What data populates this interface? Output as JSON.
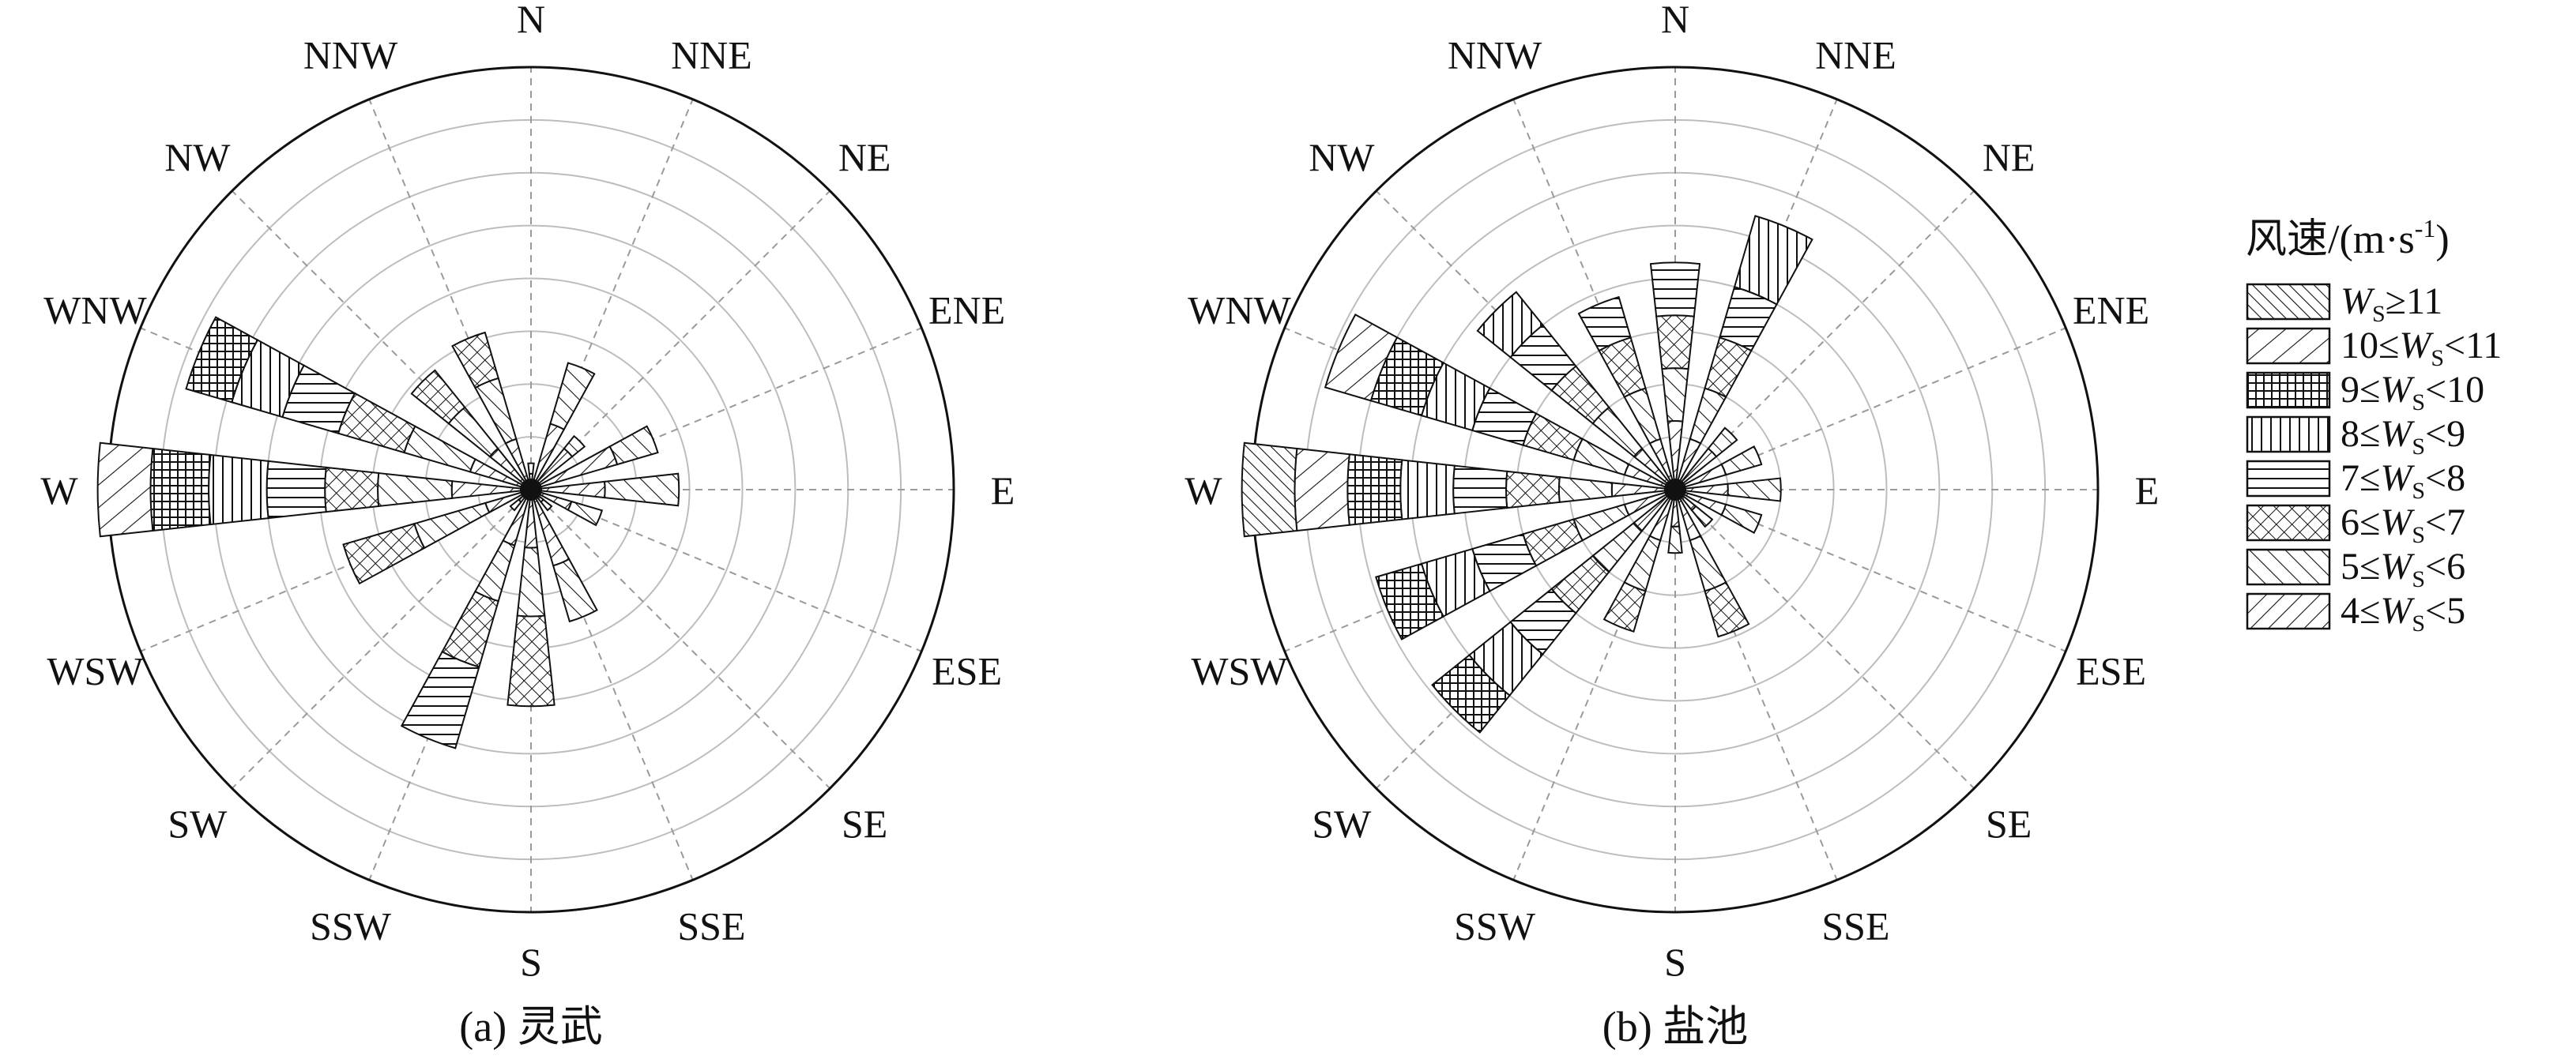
{
  "figure": {
    "captions": [
      "(a) 灵武",
      "(b) 盐池"
    ]
  },
  "legend": {
    "title": "风速/(m·s",
    "title_sup": "-1",
    "title_end": ")",
    "items": [
      {
        "prefix": "",
        "var": "W",
        "sub": "S",
        "suffix": "≥11",
        "pattern": "diag-back-dense"
      },
      {
        "prefix": "10≤",
        "var": "W",
        "sub": "S",
        "suffix": "<11",
        "pattern": "diag-fwd-sparse"
      },
      {
        "prefix": "9≤",
        "var": "W",
        "sub": "S",
        "suffix": "<10",
        "pattern": "grid"
      },
      {
        "prefix": "8≤",
        "var": "W",
        "sub": "S",
        "suffix": "<9",
        "pattern": "vertical"
      },
      {
        "prefix": "7≤",
        "var": "W",
        "sub": "S",
        "suffix": "<8",
        "pattern": "horizontal"
      },
      {
        "prefix": "6≤",
        "var": "W",
        "sub": "S",
        "suffix": "<7",
        "pattern": "crosshatch"
      },
      {
        "prefix": "5≤",
        "var": "W",
        "sub": "S",
        "suffix": "<6",
        "pattern": "diag-back"
      },
      {
        "prefix": "4≤",
        "var": "W",
        "sub": "S",
        "suffix": "<5",
        "pattern": "diag-fwd"
      }
    ]
  },
  "chart_data": [
    {
      "type": "wind-rose",
      "caption": "(a) 灵武",
      "directions": [
        "N",
        "NNE",
        "NE",
        "ENE",
        "E",
        "ESE",
        "SE",
        "SSE",
        "S",
        "SSW",
        "SW",
        "WSW",
        "W",
        "WNW",
        "NW",
        "NNW"
      ],
      "radial_rings": 8,
      "grid": true,
      "legend_position": "right",
      "speed_bins": [
        "4≤Ws<5",
        "5≤Ws<6",
        "6≤Ws<7",
        "7≤Ws<8",
        "8≤Ws<9",
        "9≤Ws<10",
        "10≤Ws<11",
        "Ws≥11"
      ],
      "series_by_direction": [
        {
          "direction": "N",
          "bins": [
            0.3,
            0.2,
            0,
            0,
            0,
            0,
            0,
            0
          ]
        },
        {
          "direction": "NNE",
          "bins": [
            1.3,
            1.2,
            0,
            0,
            0,
            0,
            0,
            0
          ]
        },
        {
          "direction": "NE",
          "bins": [
            1.0,
            0.3,
            0,
            0,
            0,
            0,
            0,
            0
          ]
        },
        {
          "direction": "ENE",
          "bins": [
            1.7,
            0.8,
            0,
            0,
            0,
            0,
            0,
            0
          ]
        },
        {
          "direction": "E",
          "bins": [
            1.4,
            1.4,
            0,
            0,
            0,
            0,
            0,
            0
          ]
        },
        {
          "direction": "ESE",
          "bins": [
            0.8,
            0.6,
            0,
            0,
            0,
            0,
            0,
            0
          ]
        },
        {
          "direction": "SE",
          "bins": [
            0.3,
            0.2,
            0,
            0,
            0,
            0,
            0,
            0
          ]
        },
        {
          "direction": "SSE",
          "bins": [
            1.5,
            1.1,
            0,
            0,
            0,
            0,
            0,
            0
          ]
        },
        {
          "direction": "S",
          "bins": [
            1.1,
            1.3,
            1.7,
            0,
            0,
            0,
            0,
            0
          ]
        },
        {
          "direction": "SSW",
          "bins": [
            1.1,
            1.1,
            1.3,
            1.6,
            0,
            0,
            0,
            0
          ]
        },
        {
          "direction": "SW",
          "bins": [
            0.3,
            0.2,
            0,
            0,
            0,
            0,
            0,
            0
          ]
        },
        {
          "direction": "WSW",
          "bins": [
            0.9,
            1.4,
            1.4,
            0,
            0,
            0,
            0,
            0
          ]
        },
        {
          "direction": "W",
          "bins": [
            1.5,
            1.4,
            1.0,
            1.1,
            1.1,
            1.1,
            1.0,
            0
          ]
        },
        {
          "direction": "WNW",
          "bins": [
            1.2,
            1.3,
            1.3,
            1.1,
            1.0,
            0.9,
            0,
            0
          ]
        },
        {
          "direction": "NW",
          "bins": [
            1.0,
            1.0,
            0.9,
            0,
            0,
            0,
            0,
            0
          ]
        },
        {
          "direction": "NNW",
          "bins": [
            1.0,
            1.2,
            0.9,
            0,
            0,
            0,
            0,
            0
          ]
        }
      ]
    },
    {
      "type": "wind-rose",
      "caption": "(b) 盐池",
      "directions": [
        "N",
        "NNE",
        "NE",
        "ENE",
        "E",
        "ESE",
        "SE",
        "SSE",
        "S",
        "SSW",
        "SW",
        "WSW",
        "W",
        "WNW",
        "NW",
        "NNW"
      ],
      "radial_rings": 8,
      "grid": true,
      "legend_position": "right",
      "speed_bins": [
        "4≤Ws<5",
        "5≤Ws<6",
        "6≤Ws<7",
        "7≤Ws<8",
        "8≤Ws<9",
        "9≤Ws<10",
        "10≤Ws<11",
        "Ws≥11"
      ],
      "series_by_direction": [
        {
          "direction": "N",
          "bins": [
            1.3,
            1.0,
            1.0,
            1.0,
            0,
            0,
            0,
            0
          ]
        },
        {
          "direction": "NNE",
          "bins": [
            1.0,
            1.0,
            1.0,
            1.0,
            1.4,
            0,
            0,
            0
          ]
        },
        {
          "direction": "NE",
          "bins": [
            1.0,
            0.5,
            0,
            0,
            0,
            0,
            0,
            0
          ]
        },
        {
          "direction": "ENE",
          "bins": [
            1.0,
            0.7,
            0,
            0,
            0,
            0,
            0,
            0
          ]
        },
        {
          "direction": "E",
          "bins": [
            1.0,
            1.0,
            0,
            0,
            0,
            0,
            0,
            0
          ]
        },
        {
          "direction": "ESE",
          "bins": [
            1.0,
            0.7,
            0,
            0,
            0,
            0,
            0,
            0
          ]
        },
        {
          "direction": "SE",
          "bins": [
            0.5,
            0.4,
            0,
            0,
            0,
            0,
            0,
            0
          ]
        },
        {
          "direction": "SSE",
          "bins": [
            1.0,
            1.0,
            0.9,
            0,
            0,
            0,
            0,
            0
          ]
        },
        {
          "direction": "S",
          "bins": [
            0.7,
            0.5,
            0,
            0,
            0,
            0,
            0,
            0
          ]
        },
        {
          "direction": "SSW",
          "bins": [
            1.0,
            1.0,
            0.8,
            0,
            0,
            0,
            0,
            0
          ]
        },
        {
          "direction": "SW",
          "bins": [
            1.0,
            1.0,
            1.0,
            1.0,
            1.0,
            0.9,
            0,
            0
          ]
        },
        {
          "direction": "WSW",
          "bins": [
            1.0,
            1.0,
            1.0,
            1.0,
            1.0,
            0.9,
            0,
            0
          ]
        },
        {
          "direction": "W",
          "bins": [
            1.2,
            1.0,
            1.0,
            1.0,
            1.0,
            1.0,
            1.0,
            1.0
          ]
        },
        {
          "direction": "WNW",
          "bins": [
            1.0,
            1.0,
            1.0,
            1.0,
            1.0,
            1.0,
            0.9,
            0
          ]
        },
        {
          "direction": "NW",
          "bins": [
            1.0,
            1.0,
            1.0,
            1.0,
            0.8,
            0,
            0,
            0
          ]
        },
        {
          "direction": "NNW",
          "bins": [
            1.0,
            1.0,
            1.0,
            0.8,
            0,
            0,
            0,
            0
          ]
        }
      ]
    }
  ]
}
